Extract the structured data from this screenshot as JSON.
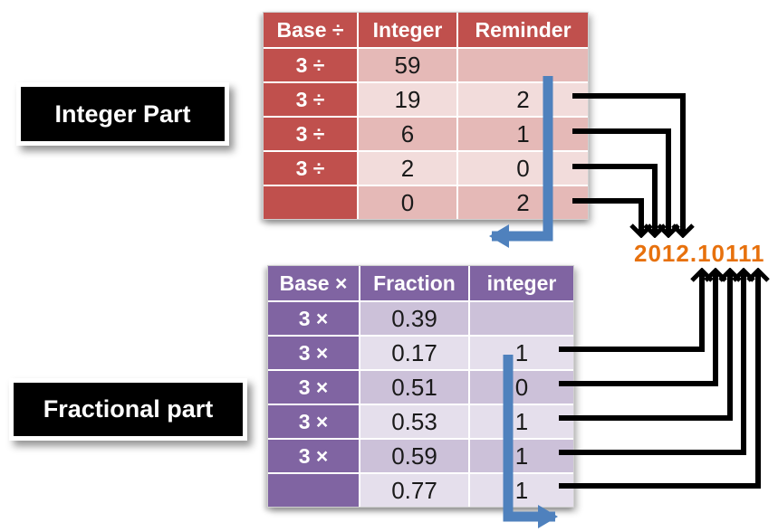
{
  "title": "Decimal to base-3 conversion diagram",
  "labels": {
    "integer_part": "Integer Part",
    "fractional_part": "Fractional part"
  },
  "result_number": "2012.10111",
  "integer_table": {
    "headers": [
      "Base ÷",
      "Integer",
      "Reminder"
    ],
    "rows": [
      [
        "3 ÷",
        "59",
        ""
      ],
      [
        "3 ÷",
        "19",
        "2"
      ],
      [
        "3 ÷",
        "6",
        "1"
      ],
      [
        "3 ÷",
        "2",
        "0"
      ],
      [
        "",
        "0",
        "2"
      ]
    ]
  },
  "fraction_table": {
    "headers": [
      "Base ×",
      "Fraction",
      "integer"
    ],
    "rows": [
      [
        "3 ×",
        "0.39",
        ""
      ],
      [
        "3 ×",
        "0.17",
        "1"
      ],
      [
        "3 ×",
        "0.51",
        "0"
      ],
      [
        "3 ×",
        "0.53",
        "1"
      ],
      [
        "3 ×",
        "0.59",
        "1"
      ],
      [
        "",
        "0.77",
        "1"
      ]
    ]
  },
  "colors": {
    "red_header": "#C0504D",
    "pink_row_odd": "#E5B9B7",
    "pink_row_even": "#F2DCDB",
    "purple_header": "#8064A2",
    "lavender_row_odd": "#CCC1D9",
    "lavender_row_even": "#E5DFEC",
    "result_orange": "#E7710D",
    "arrow_blue": "#4F81BD",
    "arrow_black": "#000000",
    "label_bg": "#000000",
    "label_text": "#FFFFFF"
  }
}
